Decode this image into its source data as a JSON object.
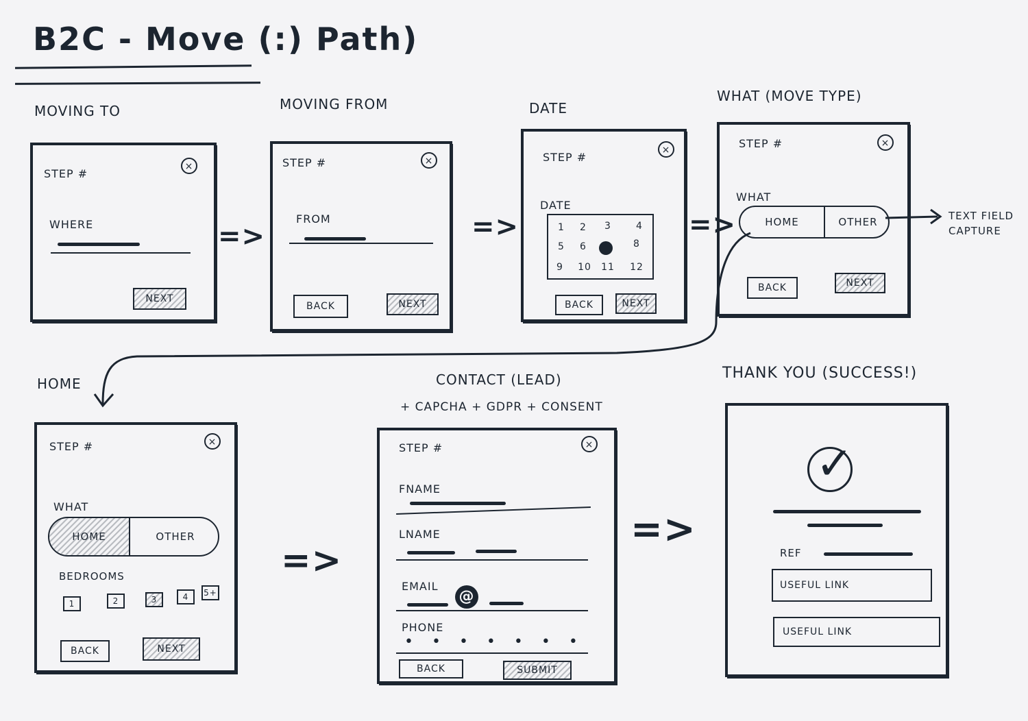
{
  "title": "B2C - Move (:) Path)",
  "sections": {
    "moving_to": "Moving to",
    "moving_from": "Moving from",
    "date": "Date",
    "what": "What (move type)",
    "home": "Home",
    "contact": "Contact (lead)",
    "contact_sub": "+ Capcha + GDPR + consent",
    "thank_you": "Thank you (success!)"
  },
  "common": {
    "step": "Step #",
    "close": "×",
    "next": "Next",
    "back": "Back",
    "submit": "Submit"
  },
  "card1": {
    "field": "Where"
  },
  "card2": {
    "field": "From"
  },
  "card3": {
    "field": "Date",
    "calendar": [
      "1",
      "2",
      "3",
      "4",
      "5",
      "6",
      "",
      "8",
      "9",
      "10",
      "11",
      "12"
    ]
  },
  "card4": {
    "field": "What",
    "options": [
      "Home",
      "Other"
    ],
    "annotation": "Text field capture"
  },
  "card5": {
    "field": "What",
    "options": [
      "Home",
      "Other"
    ],
    "bedrooms_label": "Bedrooms",
    "bedrooms": [
      "1",
      "2",
      "3",
      "4",
      "5+"
    ]
  },
  "card6": {
    "fields": [
      "Fname",
      "Lname",
      "Email",
      "Phone"
    ],
    "at_sign": "@",
    "phone_dots": "• • • • • • •"
  },
  "card7": {
    "ref_label": "Ref",
    "links": [
      "Useful link",
      "Useful link"
    ]
  },
  "arrow": "=>"
}
